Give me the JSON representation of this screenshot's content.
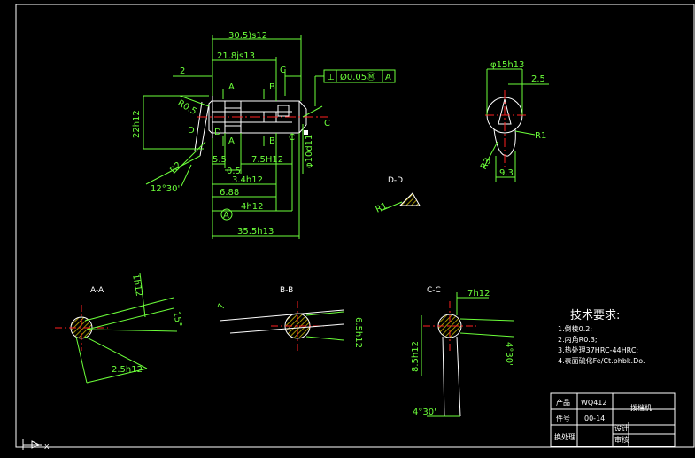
{
  "drawing": {
    "main_view": {
      "dims": {
        "overall_top": "30.5)s12",
        "inner_top": "21.8js13",
        "left_2": "2",
        "tol_box": [
          "⊥",
          "Ø0.05Ⓜ",
          "A"
        ],
        "r05": "R0.5",
        "h22": "22h12",
        "phi10": "φ10d11",
        "r2": "R2",
        "angle": "12°30'",
        "d55": "5.5",
        "d05": "0.5",
        "d75": "7.5H12",
        "d34": "3.4h12",
        "d688": "6.88",
        "d4": "4h12",
        "d355": "35.5h13",
        "c18": "C",
        "datum": "A"
      },
      "section_letters": {
        "a": "A",
        "b": "B",
        "c": "C",
        "d": "D"
      }
    },
    "side_view": {
      "phi15": "φ15h13",
      "d25": "2.5",
      "r3": "R3",
      "r1": "R1",
      "d93": "9.3"
    },
    "dd_view": {
      "label": "D-D",
      "r1": "R1"
    },
    "section_aa": {
      "label": "A-A",
      "d1": "1h12",
      "angle": "15°",
      "d25": "2.5h12"
    },
    "section_bb": {
      "label": "B-B",
      "d65": "6.5h12",
      "t": "7"
    },
    "section_cc": {
      "label": "C-C",
      "d7": "7h12",
      "d85": "8.5h12",
      "angle1": "4°30'",
      "angle2": "4°30'"
    },
    "tech_req": {
      "title": "技术要求:",
      "items": [
        "1.倒棱0.2;",
        "2.内角R0.3;",
        "3.热处理37HRC-44HRC;",
        "4.表面硫化Fe/Ct.phbk.Do."
      ]
    },
    "title_block": {
      "r1_label": "产品",
      "r1_value": "WQ412",
      "part_name": "拨档机",
      "r2_label": "件号",
      "r2_value": "00-14",
      "design": "设计",
      "r3_label": "换处理",
      "review": "审核"
    },
    "ucs": {
      "x": "X"
    }
  },
  "colors": {
    "background": "#000000",
    "dim": "#6cff3a",
    "outline": "#ffffff",
    "center": "#ff2020",
    "hatch": "#c8b400"
  }
}
